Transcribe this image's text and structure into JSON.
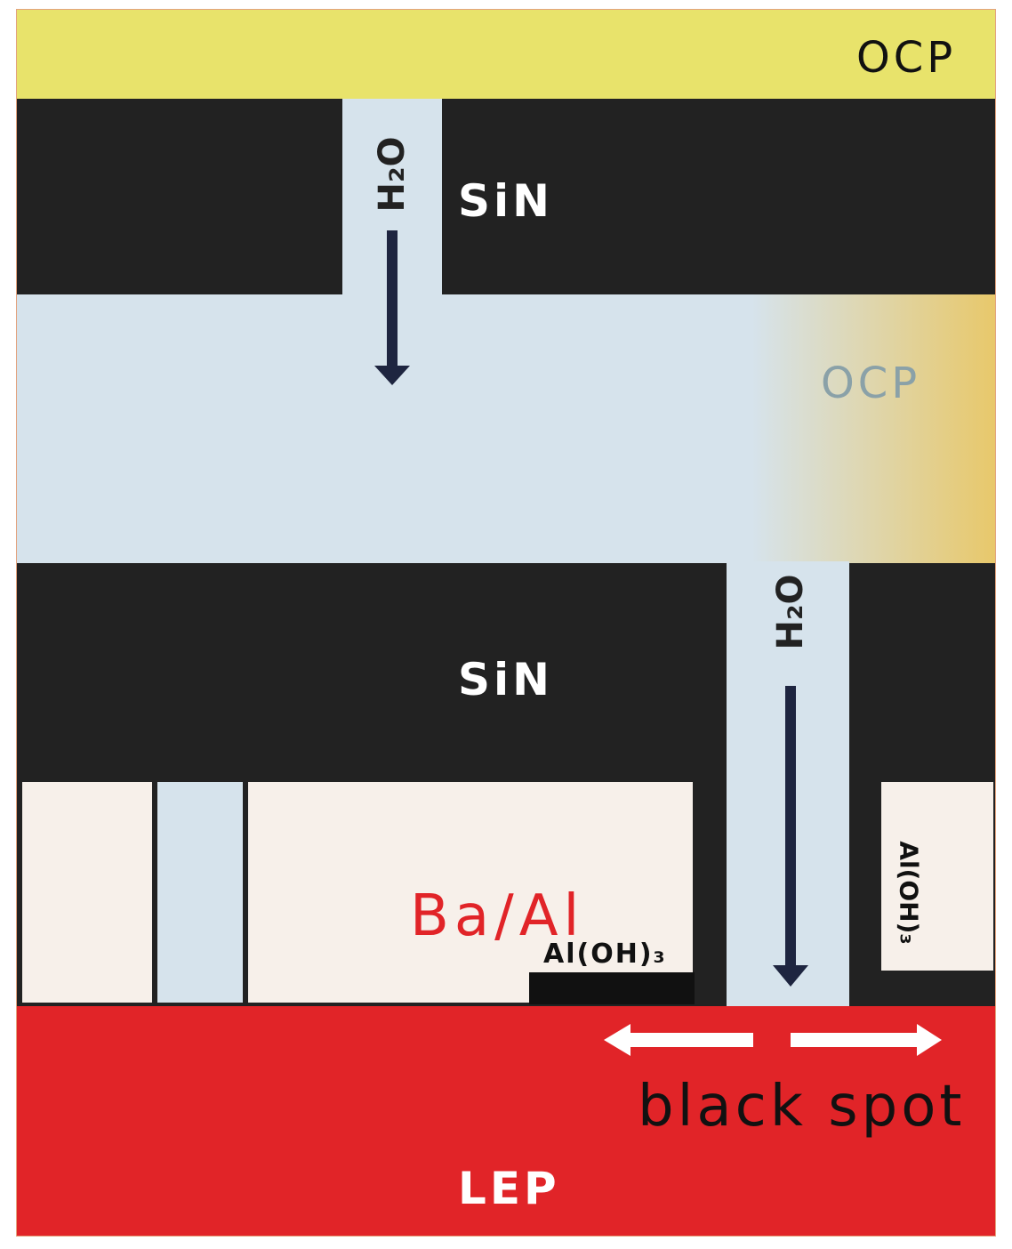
{
  "labels": {
    "ocp_top": "OCP",
    "sin_top": "SiN",
    "ocp_mid": "OCP",
    "sin_mid": "SiN",
    "water_oxygen_1": "H₂O",
    "water_oxygen_2": "H₂O",
    "cathode": "Ba/Al",
    "aloh_horizontal": "Al(OH)₃",
    "aloh_vertical": "Al(OH)₃",
    "black_spot": "black spot",
    "lep": "LEP"
  },
  "colors": {
    "ocp_top": "#e8e36b",
    "sin": "#222222",
    "ocp_mid": "#d6e3ec",
    "ocp_mid_edge": "#e8c86a",
    "cathode": "#f7f0ea",
    "lep": "#e12428",
    "arrow": "#1e2540",
    "cathode_text": "#e12428",
    "ocp_mid_text": "#8aa1a8"
  }
}
